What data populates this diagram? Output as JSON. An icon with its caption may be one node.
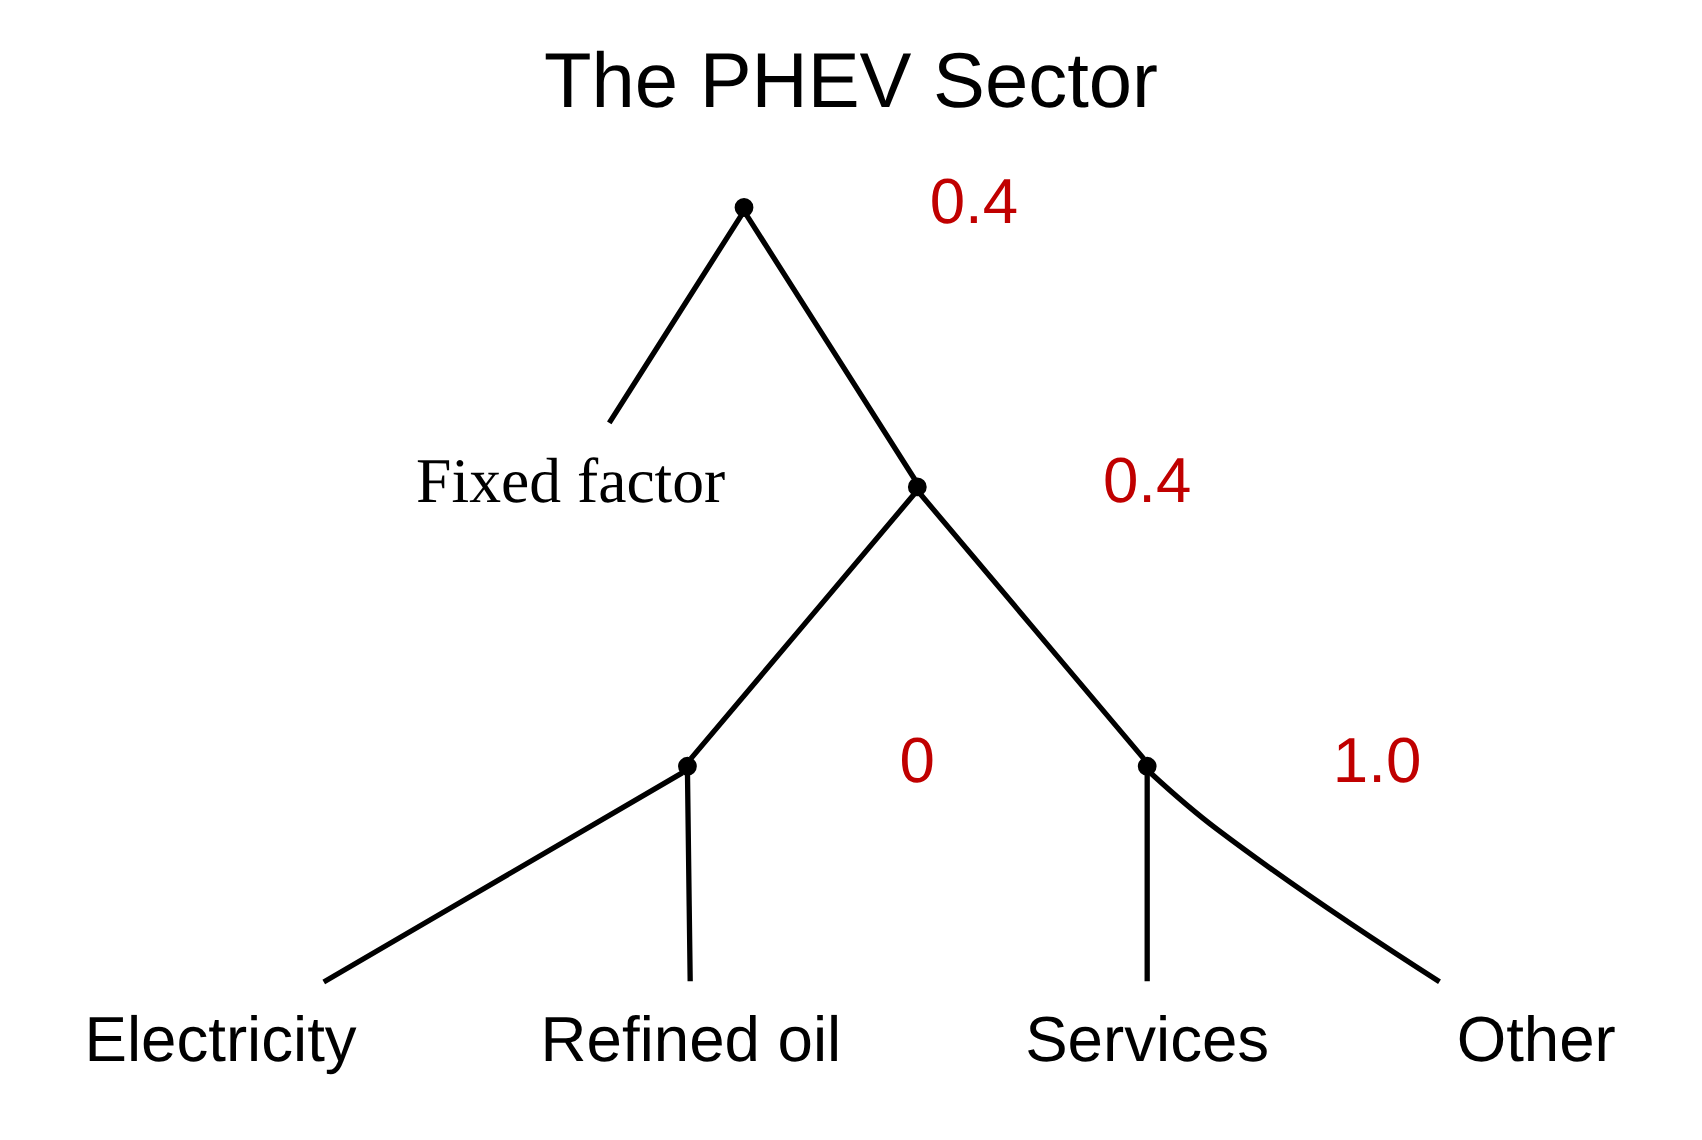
{
  "diagram": {
    "title": "The PHEV Sector",
    "nodes": [
      {
        "text": [],
        "shape": "point"
      },
      {
        "text": [
          "Fixed factor"
        ]
      },
      {
        "text": [],
        "shape": "point"
      },
      {
        "text": [],
        "shape": "point"
      },
      {
        "text": [
          "Electricity"
        ]
      },
      {
        "text": [
          "Refined oil"
        ]
      },
      {
        "text": [],
        "shape": "point"
      },
      {
        "text": [
          "Services"
        ]
      },
      {
        "text": [
          "Other"
        ]
      }
    ],
    "edges": [
      {
        "from": 0,
        "to": 2,
        "arrow": "none"
      },
      {
        "from": 0,
        "to": 1,
        "arrow": "none"
      },
      {
        "from": 2,
        "to": 3,
        "arrow": "none"
      },
      {
        "from": 2,
        "to": 6,
        "arrow": "none"
      },
      {
        "from": 3,
        "to": 4,
        "arrow": "none"
      },
      {
        "from": 3,
        "to": 5,
        "arrow": "none"
      },
      {
        "from": 6,
        "to": 7,
        "arrow": "none"
      },
      {
        "from": 6,
        "to": 8,
        "arrow": "none"
      }
    ],
    "labels": [
      "0.4",
      "0.4",
      "0",
      "1.0"
    ]
  }
}
